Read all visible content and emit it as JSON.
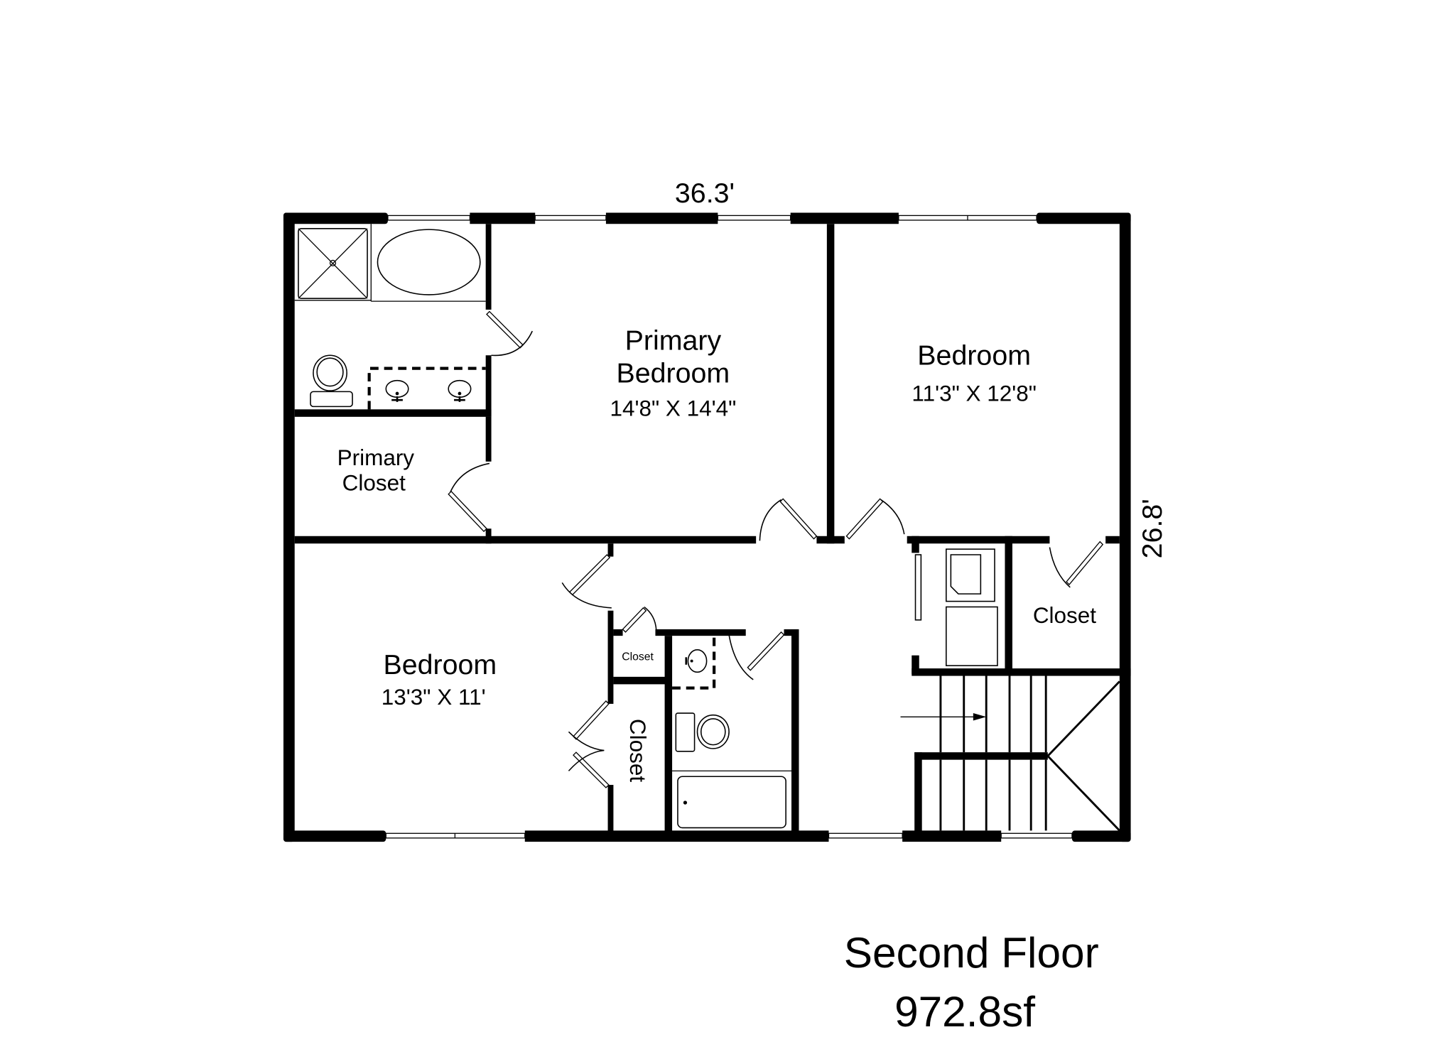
{
  "plan": {
    "title": "Second Floor",
    "area": "972.8sf",
    "dimensions": {
      "width": "36.3'",
      "depth": "26.8'"
    }
  },
  "rooms": [
    {
      "id": "primary-bedroom",
      "name_line1": "Primary",
      "name_line2": "Bedroom",
      "size": "14'8\" X 14'4\""
    },
    {
      "id": "bedroom-2",
      "name": "Bedroom",
      "size": "11'3\" X 12'8\""
    },
    {
      "id": "bedroom-3",
      "name": "Bedroom",
      "size": "13'3\" X 11'"
    },
    {
      "id": "primary-closet",
      "name_line1": "Primary",
      "name_line2": "Closet"
    },
    {
      "id": "closet-right",
      "name": "Closet"
    },
    {
      "id": "closet-small",
      "name": "Closet"
    },
    {
      "id": "closet-vertical",
      "name": "Closet"
    }
  ],
  "colors": {
    "walls": "#000000",
    "background": "#ffffff"
  }
}
